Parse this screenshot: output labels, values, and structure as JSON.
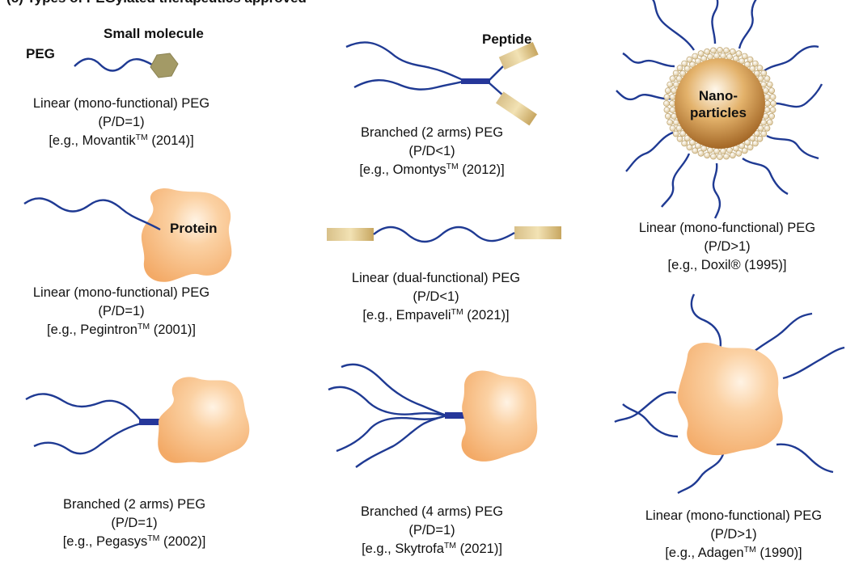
{
  "title": "(c) Types of PEGylated therapeutics approved",
  "labels": {
    "peg": "PEG",
    "small_molecule": "Small molecule",
    "peptide": "Peptide",
    "protein": "Protein",
    "nano_line1": "Nano-",
    "nano_line2": "particles"
  },
  "items": [
    {
      "type": "Linear (mono-functional) PEG",
      "ratio": "(P/D=1)",
      "prefix": "[e.g., Movantik",
      "tm": "TM",
      "suffix": " (2014)]"
    },
    {
      "type": "Branched (2 arms) PEG",
      "ratio": "(P/D<1)",
      "prefix": "[e.g., Omontys",
      "tm": "TM",
      "suffix": " (2012)]"
    },
    {
      "type": "Linear (mono-functional) PEG",
      "ratio": "(P/D>1)",
      "prefix": "[e.g., Doxil® (1995)]",
      "tm": "",
      "suffix": ""
    },
    {
      "type": "Linear (mono-functional) PEG",
      "ratio": "(P/D=1)",
      "prefix": "[e.g., Pegintron",
      "tm": "TM",
      "suffix": " (2001)]"
    },
    {
      "type": "Linear (dual-functional) PEG",
      "ratio": "(P/D<1)",
      "prefix": "[e.g., Empaveli",
      "tm": "TM",
      "suffix": " (2021)]"
    },
    {
      "type": "Branched (2 arms) PEG",
      "ratio": "(P/D=1)",
      "prefix": "[e.g., Pegasys",
      "tm": "TM",
      "suffix": " (2002)]"
    },
    {
      "type": "Branched (4 arms) PEG",
      "ratio": "(P/D=1)",
      "prefix": "[e.g., Skytrofa",
      "tm": "TM",
      "suffix": " (2021)]"
    },
    {
      "type": "Linear (mono-functional) PEG",
      "ratio": "(P/D>1)",
      "prefix": "[e.g., Adagen",
      "tm": "TM",
      "suffix": " (1990)]"
    }
  ],
  "colors": {
    "peg_chain": "#1f3a93",
    "protein": "#f6b87c",
    "peptide": "#c9ad6a",
    "small_molecule": "#a39a66",
    "nanoparticle": "#c88f3d",
    "lipid_head": "#f3e3c2"
  }
}
